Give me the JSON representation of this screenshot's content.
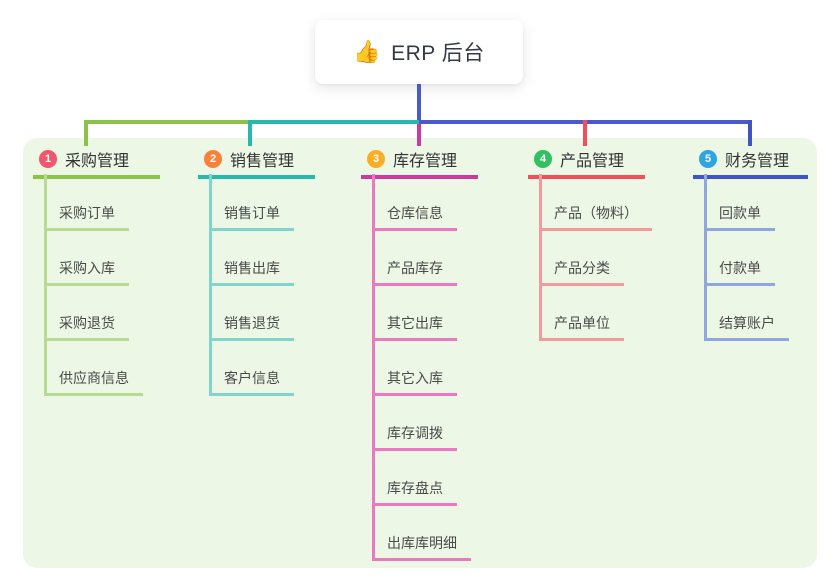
{
  "root": {
    "icon": "👍",
    "icon_name": "thumbs-up-icon",
    "label": "ERP 后台"
  },
  "canvas": {
    "background": "#ffffff",
    "panel_background": "#ecf7e6"
  },
  "connector": {
    "vertical_color": "#4a5ace",
    "segment_colors": [
      "#8bc34a",
      "#2bb8ac",
      "#4a5ace"
    ]
  },
  "branches": [
    {
      "number": "1",
      "label": "采购管理",
      "badge_color": "#f1566a",
      "line_color": "#8bc34a",
      "child_line_color": "#b5dc92",
      "children": [
        "采购订单",
        "采购入库",
        "采购退货",
        "供应商信息"
      ]
    },
    {
      "number": "2",
      "label": "销售管理",
      "badge_color": "#f8823a",
      "line_color": "#2bb8ac",
      "child_line_color": "#82d5cd",
      "children": [
        "销售订单",
        "销售出库",
        "销售退货",
        "客户信息"
      ]
    },
    {
      "number": "3",
      "label": "库存管理",
      "badge_color": "#fbad26",
      "line_color": "#cb3b9e",
      "child_line_color": "#ea79c0",
      "children": [
        "仓库信息",
        "产品库存",
        "其它出库",
        "其它入库",
        "库存调拨",
        "库存盘点",
        "出库库明细"
      ]
    },
    {
      "number": "4",
      "label": "产品管理",
      "badge_color": "#31c062",
      "line_color": "#f0505a",
      "child_line_color": "#f59a9c",
      "children": [
        "产品（物料）",
        "产品分类",
        "产品单位"
      ]
    },
    {
      "number": "5",
      "label": "财务管理",
      "badge_color": "#2da5e0",
      "line_color": "#3f55c5",
      "child_line_color": "#8fa6de",
      "children": [
        "回款单",
        "付款单",
        "结算账户"
      ]
    }
  ]
}
